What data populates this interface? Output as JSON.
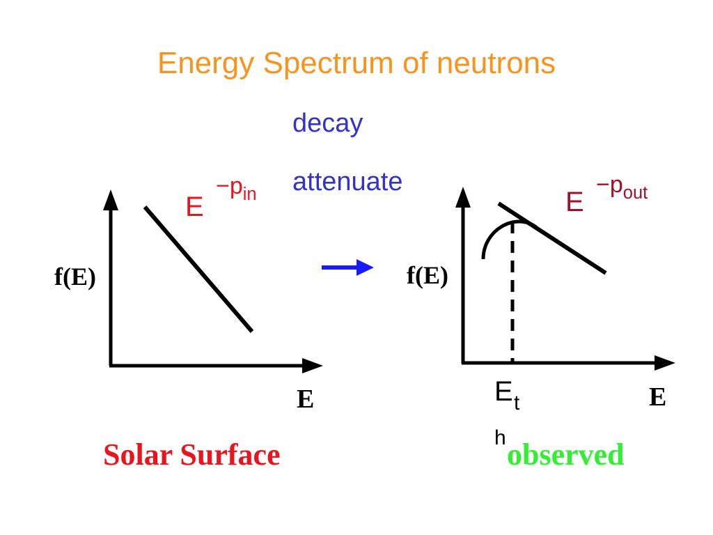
{
  "title": "Energy Spectrum of neutrons",
  "middle": {
    "decay": "decay",
    "attenuate": "attenuate"
  },
  "left_graph": {
    "y_label": "f(E)",
    "x_label": "E",
    "formula_base": "E",
    "formula_exponent": "−p",
    "formula_subscript": "in",
    "caption": "Solar Surface"
  },
  "right_graph": {
    "y_label": "f(E)",
    "x_label": "E",
    "formula_base": "E",
    "formula_exponent": "−p",
    "formula_subscript": "out",
    "threshold_label_main": "E",
    "threshold_label_sub_1": "t",
    "threshold_label_sub_2": "h",
    "caption": "observed"
  },
  "colors": {
    "title": "#f7941d",
    "middle_text": "#3333cc",
    "formula_in": "#e8141e",
    "formula_out": "#a0102a",
    "solar_caption": "#e8141e",
    "observed_caption": "#33ee33",
    "arrow": "#1a1aff",
    "lines": "#000000"
  },
  "icons": {
    "transition_arrow": "right-arrow-icon"
  }
}
